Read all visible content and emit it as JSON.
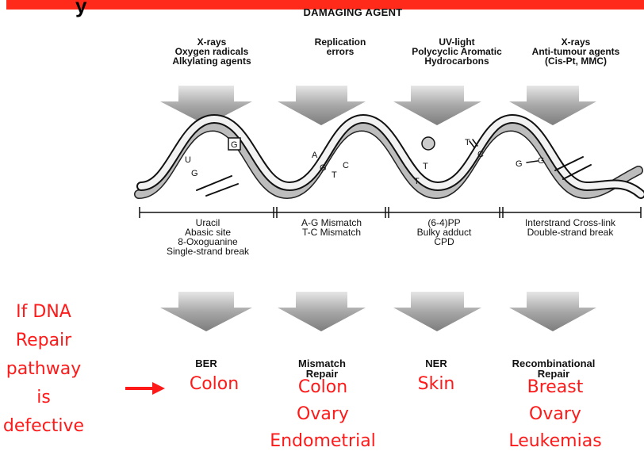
{
  "header": {
    "partial_title_glyph": "y",
    "damaging_agent_heading": "DAMAGING AGENT"
  },
  "agents": [
    {
      "lines": [
        "X-rays",
        "Oxygen radicals",
        "Alkylating agents"
      ]
    },
    {
      "lines": [
        "Replication",
        "errors"
      ]
    },
    {
      "lines": [
        "UV-light",
        "Polycyclic Aromatic",
        "Hydrocarbons"
      ]
    },
    {
      "lines": [
        "X-rays",
        "Anti-tumour agents",
        "(Cis-Pt, MMC)"
      ]
    }
  ],
  "helix_labels": [
    "U",
    "G",
    "G",
    "A",
    "G",
    "T",
    "C",
    "T",
    "T",
    "T",
    "C",
    "G",
    "G"
  ],
  "lesions": [
    {
      "lines": [
        "Uracil",
        "Abasic site",
        "8-Oxoguanine",
        "Single-strand break"
      ]
    },
    {
      "lines": [
        "A-G Mismatch",
        "T-C Mismatch"
      ]
    },
    {
      "lines": [
        "(6-4)PP",
        "Bulky adduct",
        "CPD"
      ]
    },
    {
      "lines": [
        "Interstrand Cross-link",
        "Double-strand break"
      ]
    }
  ],
  "pathways": [
    {
      "lines": [
        "BER"
      ]
    },
    {
      "lines": [
        "Mismatch",
        "Repair"
      ]
    },
    {
      "lines": [
        "NER"
      ]
    },
    {
      "lines": [
        "Recombinational",
        "Repair"
      ]
    }
  ],
  "defect_note": {
    "lines": [
      "If DNA",
      "Repair",
      "pathway",
      "is",
      "defective"
    ]
  },
  "cancers": [
    {
      "lines": [
        "Colon"
      ]
    },
    {
      "lines": [
        "Colon",
        "Ovary",
        "Endometrial"
      ]
    },
    {
      "lines": [
        "Skin"
      ]
    },
    {
      "lines": [
        "Breast",
        "Ovary",
        "Leukemias"
      ]
    }
  ],
  "colors": {
    "accent_red": "#ff1a1a",
    "top_bar": "#ff2a1a",
    "arrow_gray": "#9a9a9a",
    "ink": "#111111"
  }
}
